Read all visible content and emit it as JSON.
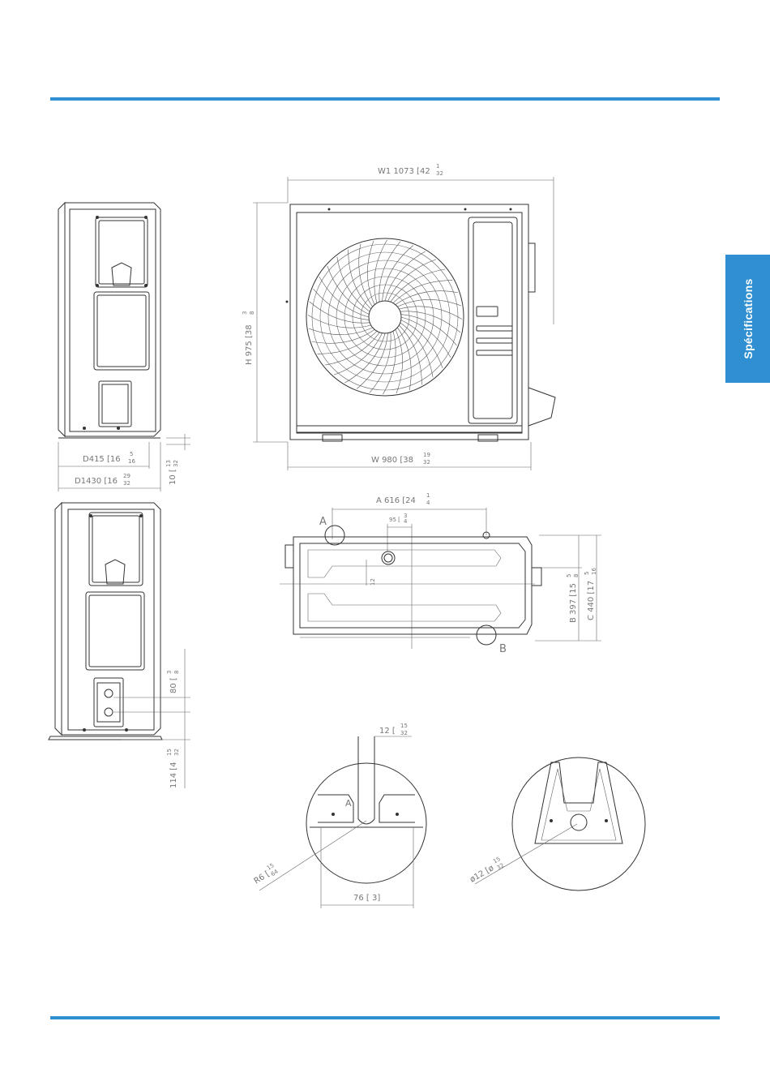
{
  "side_tab": {
    "label": "Spécifications"
  },
  "dimensions": {
    "w1": "W1 1073 [42",
    "w1_frac_n": "1",
    "w1_frac_d": "32",
    "h": "H 975 [38",
    "h_frac_n": "3",
    "h_frac_d": "8",
    "w": "W 980 [38",
    "w_frac_n": "19",
    "w_frac_d": "32",
    "d": "D415 [16",
    "d_frac_n": "5",
    "d_frac_d": "16",
    "d1": "D1430 [16",
    "d1_frac_n": "29",
    "d1_frac_d": "32",
    "foot": "10 [",
    "foot_frac_n": "13",
    "foot_frac_d": "32",
    "a": "A 616 [24",
    "a_frac_n": "1",
    "a_frac_d": "4",
    "small_95": "95 [",
    "small_95_n": "3",
    "small_95_d": "4",
    "b": "B 397 [15",
    "b_frac_n": "5",
    "b_frac_d": "8",
    "c": "C 440 [17",
    "c_frac_n": "5",
    "c_frac_d": "16",
    "pipe_80": "80 [",
    "pipe_80_n": "3",
    "pipe_80_d": "8",
    "pipe_114": "114 [4",
    "pipe_114_n": "15",
    "pipe_114_d": "32",
    "slot_12": "12 [",
    "slot_12_n": "15",
    "slot_12_d": "32",
    "r6": "R6 [",
    "r6_n": "15",
    "r6_d": "64",
    "w76": "76 [ 3]",
    "hole": "ø12 [ø",
    "hole_n": "15",
    "hole_d": "32",
    "label_a": "A",
    "label_b": "B",
    "label_a2": "A"
  }
}
